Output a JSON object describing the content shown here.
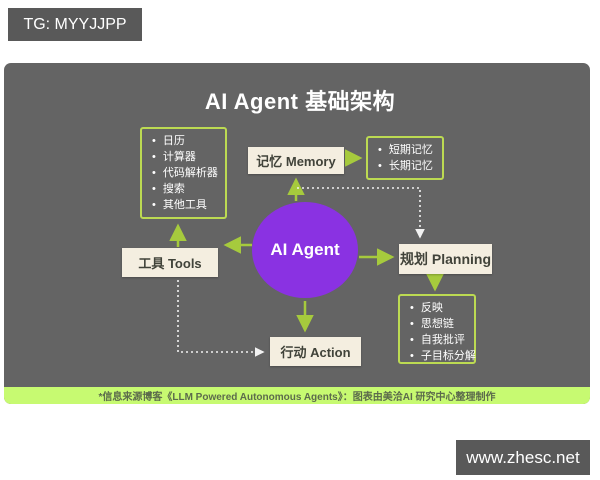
{
  "overlays": {
    "telegram_badge": "TG: MYYJJPP",
    "website_badge": "www.zhesc.net"
  },
  "diagram": {
    "title": "AI Agent 基础架构",
    "center_node": "AI Agent",
    "nodes": {
      "tools": "工具 Tools",
      "memory": "记忆 Memory",
      "planning": "规划 Planning",
      "action": "行动 Action"
    },
    "lists": {
      "tools": {
        "items": [
          "日历",
          "计算器",
          "代码解析器",
          "搜索",
          "其他工具"
        ]
      },
      "memory": {
        "items": [
          "短期记忆",
          "长期记忆"
        ]
      },
      "planning": {
        "items": [
          "反映",
          "思想链",
          "自我批评",
          "子目标分解"
        ]
      }
    },
    "edges": [
      {
        "from": "AI Agent",
        "to": "记忆 Memory",
        "style": "solid-green-arrow"
      },
      {
        "from": "记忆 Memory",
        "to": "短期记忆/长期记忆",
        "style": "solid-green-arrow"
      },
      {
        "from": "AI Agent",
        "to": "工具 Tools",
        "style": "solid-green-arrow"
      },
      {
        "from": "AI Agent",
        "to": "规划 Planning",
        "style": "solid-green-arrow"
      },
      {
        "from": "AI Agent",
        "to": "行动 Action",
        "style": "solid-green-arrow"
      },
      {
        "from": "工具 Tools",
        "to": "工具列表",
        "style": "solid-green-arrow"
      },
      {
        "from": "规划 Planning",
        "to": "规划列表",
        "style": "solid-green-arrow"
      },
      {
        "from": "记忆 Memory",
        "to": "规划 Planning",
        "style": "dotted-white-arrow"
      },
      {
        "from": "工具 Tools",
        "to": "行动 Action",
        "style": "dotted-white-arrow"
      }
    ],
    "footer_note": "*信息来源博客《LLM Powered Autonomous Agents》：图表由美洽AI 研究中心整理制作",
    "colors": {
      "panel_gray": "#646464",
      "badge_gray": "#595959",
      "cream_box": "#f4eee0",
      "green_border": "#bcda52",
      "green_arrow": "#a6ca3d",
      "purple_circle": "#8a32e2",
      "footer_green": "#c7fa71",
      "footer_text": "#5c6b4c"
    }
  }
}
